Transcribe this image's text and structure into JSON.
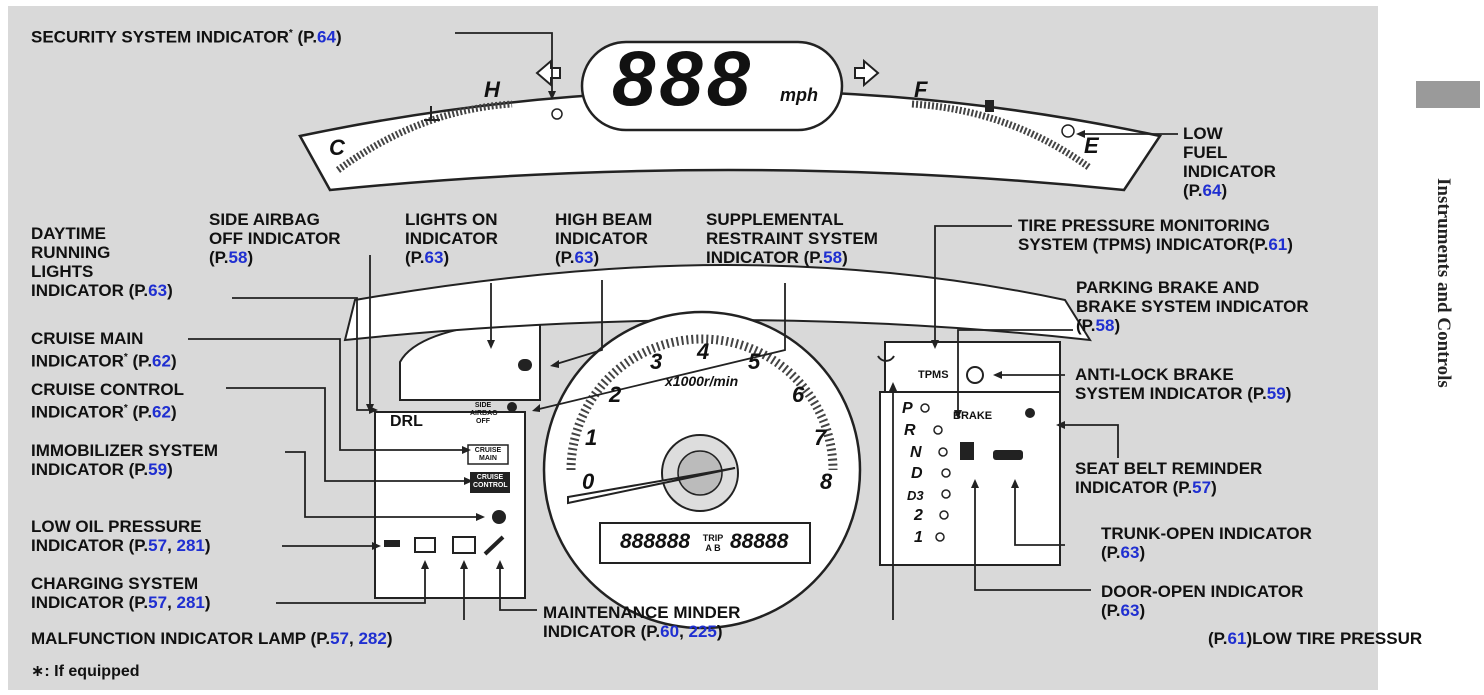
{
  "labels": {
    "security": {
      "text": "SECURITY SYSTEM INDICATOR",
      "mark": "*",
      "refs": [
        "64"
      ]
    },
    "low_fuel": {
      "lines": [
        "LOW",
        "FUEL",
        "INDICATOR"
      ],
      "refs": [
        "64"
      ]
    },
    "drl": {
      "lines": [
        "DAYTIME",
        "RUNNING",
        "LIGHTS",
        "INDICATOR"
      ],
      "refs": [
        "63"
      ]
    },
    "side_airbag": {
      "lines": [
        "SIDE AIRBAG",
        "OFF INDICATOR"
      ],
      "refs": [
        "58"
      ]
    },
    "lights_on": {
      "lines": [
        "LIGHTS ON",
        "INDICATOR"
      ],
      "refs": [
        "63"
      ]
    },
    "high_beam": {
      "lines": [
        "HIGH BEAM",
        "INDICATOR"
      ],
      "refs": [
        "63"
      ]
    },
    "srs": {
      "lines": [
        "SUPPLEMENTAL",
        "RESTRAINT SYSTEM",
        "INDICATOR"
      ],
      "refs": [
        "58"
      ]
    },
    "tpms": {
      "lines": [
        "TIRE PRESSURE MONITORING",
        "SYSTEM (TPMS) INDICATOR"
      ],
      "refs": [
        "61"
      ]
    },
    "parking_brake": {
      "lines": [
        "PARKING BRAKE AND",
        "BRAKE SYSTEM INDICATOR"
      ],
      "refs": [
        "58"
      ]
    },
    "cruise_main": {
      "lines": [
        "CRUISE MAIN",
        "INDICATOR"
      ],
      "mark": "*",
      "refs": [
        "62"
      ]
    },
    "cruise_control": {
      "lines": [
        "CRUISE CONTROL",
        "INDICATOR"
      ],
      "mark": "*",
      "refs": [
        "62"
      ]
    },
    "abs": {
      "lines": [
        "ANTI-LOCK BRAKE",
        "SYSTEM INDICATOR"
      ],
      "refs": [
        "59"
      ]
    },
    "immobilizer": {
      "lines": [
        "IMMOBILIZER SYSTEM",
        "INDICATOR"
      ],
      "refs": [
        "59"
      ]
    },
    "seat_belt": {
      "lines": [
        "SEAT BELT REMINDER",
        "INDICATOR"
      ],
      "refs": [
        "57"
      ]
    },
    "low_oil": {
      "lines": [
        "LOW OIL PRESSURE",
        "INDICATOR"
      ],
      "refs": [
        "57",
        "281"
      ]
    },
    "trunk_open": {
      "lines": [
        "TRUNK-OPEN INDICATOR"
      ],
      "refs": [
        "63"
      ]
    },
    "charging": {
      "lines": [
        "CHARGING SYSTEM",
        "INDICATOR"
      ],
      "refs": [
        "57",
        "281"
      ]
    },
    "door_open": {
      "lines": [
        "DOOR-OPEN INDICATOR"
      ],
      "refs": [
        "63"
      ]
    },
    "malfunction": {
      "text": "MALFUNCTION INDICATOR LAMP",
      "refs": [
        "57",
        "282"
      ]
    },
    "maintenance": {
      "lines": [
        "MAINTENANCE MINDER",
        "INDICATOR"
      ],
      "refs": [
        "60",
        "225"
      ]
    },
    "low_tire": {
      "text": "LOW TIRE PRESSUR",
      "refs": [
        "61"
      ]
    }
  },
  "footnote": "∗: If equipped",
  "side_tab": "Instruments and Controls",
  "gauges": {
    "speed_digits": "888",
    "speed_unit": "mph",
    "temp_cold": "C",
    "temp_hot": "H",
    "fuel_full": "F",
    "fuel_empty": "E",
    "tach_numbers": [
      "0",
      "1",
      "2",
      "3",
      "4",
      "5",
      "6",
      "7",
      "8"
    ],
    "tach_unit": "x1000r/min",
    "odometer_left": "888888",
    "odometer_mid": "TRIP A B",
    "odometer_right": "88888",
    "gears": [
      "P",
      "R",
      "N",
      "D",
      "D3",
      "2",
      "1"
    ],
    "drl_text": "DRL",
    "side_airbag_text": "SIDE AIRBAG OFF",
    "cruise_main_text": "CRUISE MAIN",
    "cruise_control_text": "CRUISE CONTROL",
    "tpms_text": "TPMS",
    "brake_text": "BRAKE"
  }
}
